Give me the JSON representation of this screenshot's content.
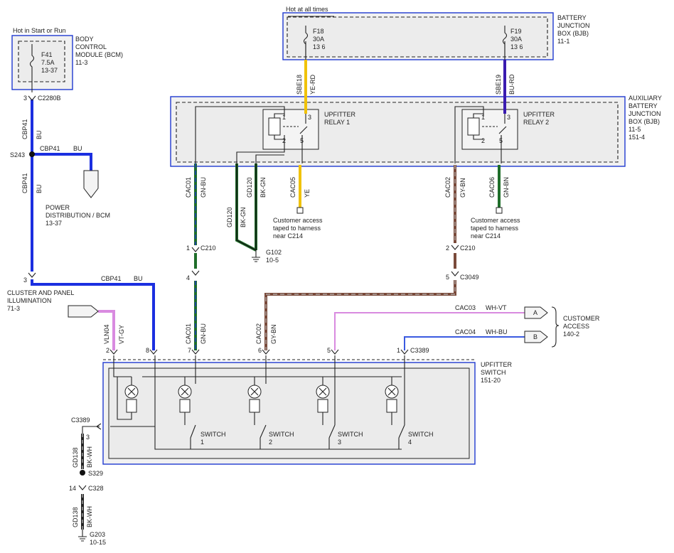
{
  "top": {
    "hot_all_times": "Hot at all times",
    "hot_start_run": "Hot in Start or Run"
  },
  "bcm": {
    "fuse": "F41",
    "amp": "7.5A",
    "page": "13-37",
    "l1": "BODY",
    "l2": "CONTROL",
    "l3": "MODULE (BCM)",
    "ref": "11-3"
  },
  "bjb": {
    "l1": "BATTERY",
    "l2": "JUNCTION",
    "l3": "BOX (BJB)",
    "ref": "11-1",
    "f18": "F18",
    "f18a": "30A",
    "f18p": "13 6",
    "f19": "F19",
    "f19a": "30A",
    "f19p": "13 6"
  },
  "abjb": {
    "l1": "AUXILIARY",
    "l2": "BATTERY",
    "l3": "JUNCTION",
    "l4": "BOX (BJB)",
    "r1": "11-5",
    "r2": "151-4"
  },
  "relay1": {
    "l1": "UPFITTER",
    "l2": "RELAY 1"
  },
  "relay2": {
    "l1": "UPFITTER",
    "l2": "RELAY 2"
  },
  "pins": {
    "p1": "1",
    "p2": "2",
    "p3": "3",
    "p4": "4",
    "p5": "5",
    "p6": "6",
    "p7": "7",
    "p8": "8",
    "p14": "14"
  },
  "wires": {
    "sbe18": "SBE18",
    "yerd": "YE-RD",
    "sbe19": "SBE19",
    "burd": "BU-RD",
    "cbp41": "CBP41",
    "bu": "BU",
    "cac01": "CAC01",
    "gnbu": "GN-BU",
    "gd120": "GD120",
    "bkgn": "BK-GN",
    "cac05": "CAC05",
    "ye": "YE",
    "cac02": "CAC02",
    "gybn": "GY-BN",
    "cac06": "CAC06",
    "gnbn": "GN-BN",
    "vln04": "VLN04",
    "vtgy": "VT-GY",
    "cac03": "CAC03",
    "whvt": "WH-VT",
    "cac04": "CAC04",
    "whbu": "WH-BU",
    "gd138": "GD138",
    "bkwh": "BK-WH"
  },
  "connectors": {
    "c2280b": "C2280B",
    "c210": "C210",
    "c3049": "C3049",
    "c3389": "C3389",
    "c328": "C328"
  },
  "splices": {
    "s243": "S243",
    "s329": "S329"
  },
  "grounds": {
    "g102": "G102",
    "g102r": "10-5",
    "g203": "G203",
    "g203r": "10-15"
  },
  "power_dist": {
    "l1": "POWER",
    "l2": "DISTRIBUTION / BCM",
    "ref": "13-37"
  },
  "cluster": {
    "l1": "CLUSTER AND PANEL",
    "l2": "ILLUMINATION",
    "ref": "71-3"
  },
  "customer_access": {
    "l1": "Customer access",
    "l2": "taped to harness",
    "l3": "near C214"
  },
  "cust_box": {
    "a": "A",
    "b": "B",
    "l1": "CUSTOMER",
    "l2": "ACCESS",
    "ref": "140-2"
  },
  "upswitch": {
    "l1": "UPFITTER",
    "l2": "SWITCH",
    "ref": "151-20",
    "sw": "SWITCH",
    "n1": "1",
    "n2": "2",
    "n3": "3",
    "n4": "4"
  },
  "colors": {
    "blue": "#1b2fe0",
    "yellow": "#f0c20a",
    "violet": "#3a1bb0",
    "green": "#1f6e2a",
    "brown": "#7a4a3a",
    "pink": "#d98be0",
    "dark": "#222222"
  }
}
